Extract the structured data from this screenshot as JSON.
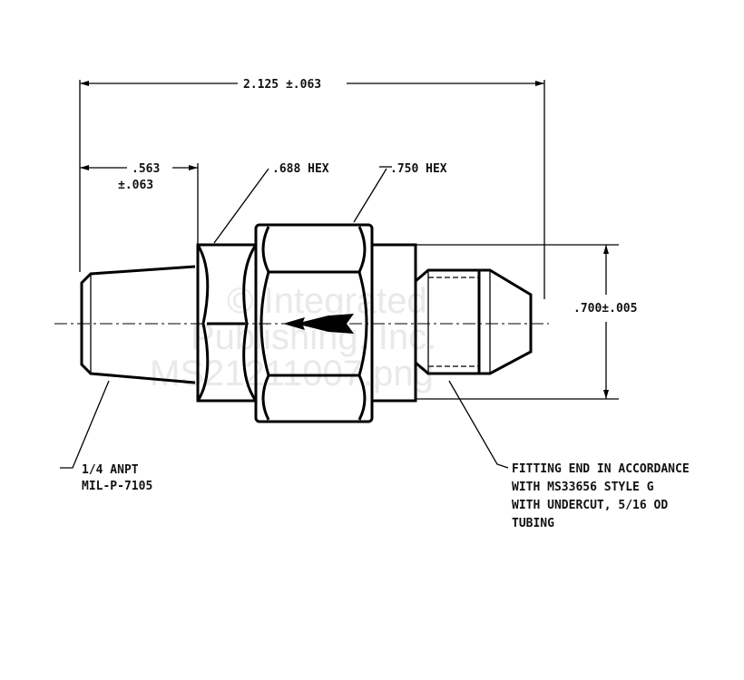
{
  "dimensions": {
    "overall_length": "2.125 ±.063",
    "thread_length": ".563",
    "thread_length_tol": "±.063",
    "small_hex": ".688 HEX",
    "large_hex": ".750 HEX",
    "height": ".700±.005"
  },
  "notes": {
    "left": [
      "1/4 ANPT",
      "MIL-P-7105"
    ],
    "right": [
      "FITTING END IN ACCORDANCE",
      "WITH MS33656 STYLE G",
      "WITH UNDERCUT, 5/16 OD",
      "TUBING"
    ]
  },
  "watermark": [
    "© Integrated",
    "Publishing, Inc.",
    "MS21211007.png"
  ]
}
